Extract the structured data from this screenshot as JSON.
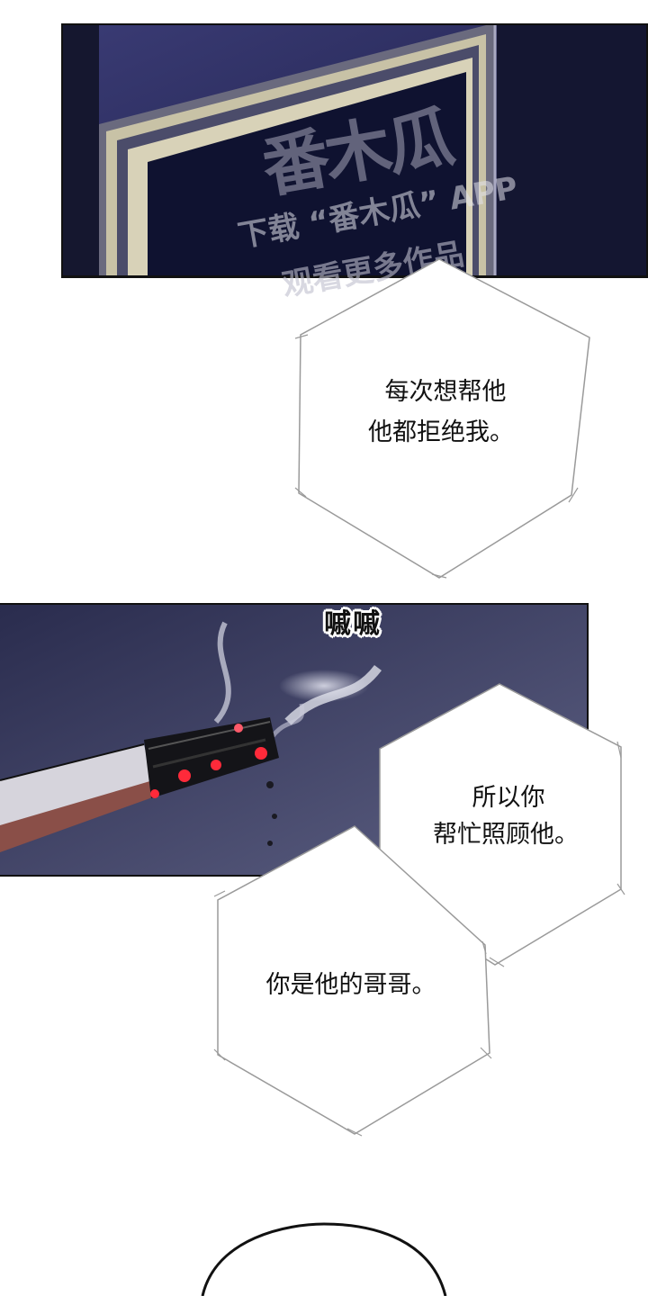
{
  "watermark": {
    "logo": "番木瓜",
    "line1": "下载 “番木瓜” APP",
    "line2": "观看更多作品"
  },
  "bubbles": [
    {
      "line1": "每次想帮他",
      "line2": "他都拒绝我。"
    },
    {
      "line1": "所以你",
      "line2": "帮忙照顾他。"
    },
    {
      "line1": "你是他的哥哥。"
    }
  ],
  "sfx": "嘁嘁",
  "colors": {
    "night_sky": "#1f2250",
    "door_frame": "#b9b39b",
    "ember": "#ff2a3a",
    "ink": "#111111"
  }
}
